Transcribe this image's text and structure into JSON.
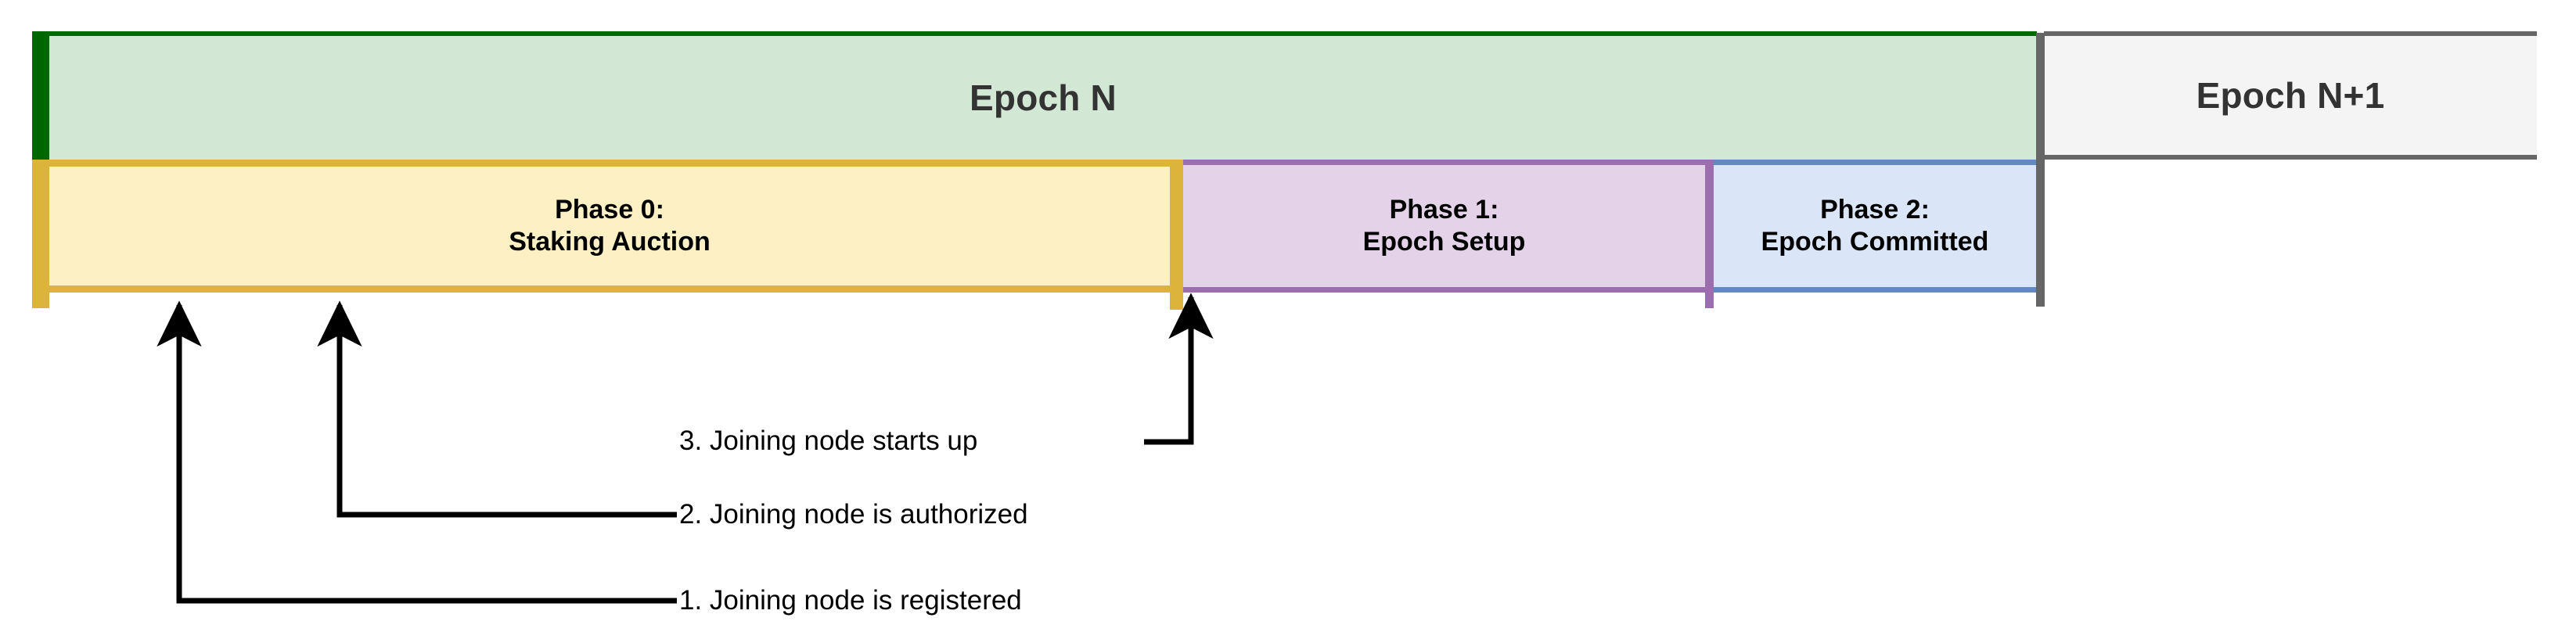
{
  "diagram": {
    "title": "Epoch phase timeline with joining node callouts",
    "epochs": [
      {
        "id": "epoch-n",
        "label": "Epoch N",
        "fill": "#d2e8d4",
        "stroke": "#006600"
      },
      {
        "id": "epoch-n1",
        "label": "Epoch N+1",
        "fill": "#f4f4f4",
        "stroke": "#666666"
      }
    ],
    "phases": [
      {
        "id": "phase-0",
        "line1": "Phase 0:",
        "line2": "Staking Auction",
        "fill": "#fdf0c4",
        "stroke": "#dcb43c"
      },
      {
        "id": "phase-1",
        "line1": "Phase 1:",
        "line2": "Epoch Setup",
        "fill": "#e4d3e8",
        "stroke": "#9b6fae"
      },
      {
        "id": "phase-2",
        "line1": "Phase 2:",
        "line2": "Epoch Committed",
        "fill": "#dae5f8",
        "stroke": "#6389c0"
      }
    ],
    "callouts": [
      {
        "id": "callout-1",
        "label": "1. Joining node is registered"
      },
      {
        "id": "callout-2",
        "label": "2. Joining node is authorized"
      },
      {
        "id": "callout-3",
        "label": "3. Joining node starts up"
      }
    ],
    "colors": {
      "epoch_current_fill": "#d2e8d4",
      "epoch_current_stroke": "#006600",
      "epoch_next_fill": "#f4f4f4",
      "epoch_next_stroke": "#666666",
      "phase0_fill": "#fdf0c4",
      "phase0_stroke": "#dcb43c",
      "phase1_fill": "#e4d3e8",
      "phase1_stroke": "#9b6fae",
      "phase2_fill": "#dae5f8",
      "phase2_stroke": "#6389c0",
      "callout_line": "#000000",
      "epoch_text": "#333333",
      "phase_text": "#000000"
    }
  }
}
